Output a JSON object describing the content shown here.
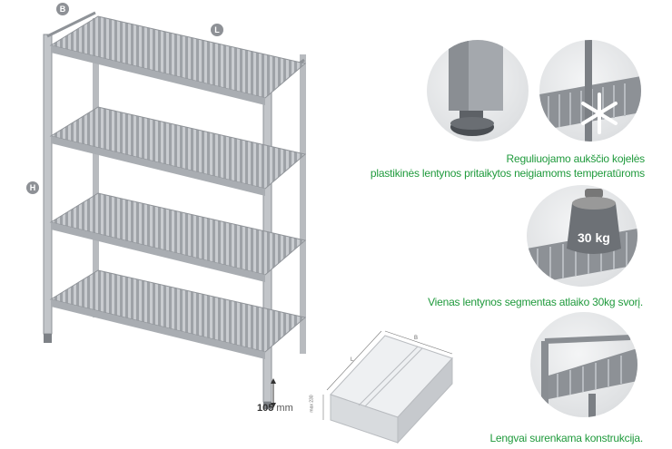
{
  "badges": {
    "b": "B",
    "l": "L",
    "h": "H"
  },
  "height_dim": {
    "value": "105",
    "unit": "mm"
  },
  "captions": {
    "legs": "Reguliuojamo aukščio kojelės",
    "temperature": "plastikinės lentynos pritaikytos neigiamoms temperatūroms",
    "weight": "Vienas lentynos segmentas atlaiko 30kg svorį.",
    "assembly": "Lengvai surenkama konstrukcija."
  },
  "weight_label": "30 kg",
  "box_dims": {
    "b": "B",
    "l": "L",
    "max_h": "max 230"
  },
  "colors": {
    "caption": "#1f9a3c",
    "badge": "#8e9196",
    "frame": "#a9adb2"
  }
}
